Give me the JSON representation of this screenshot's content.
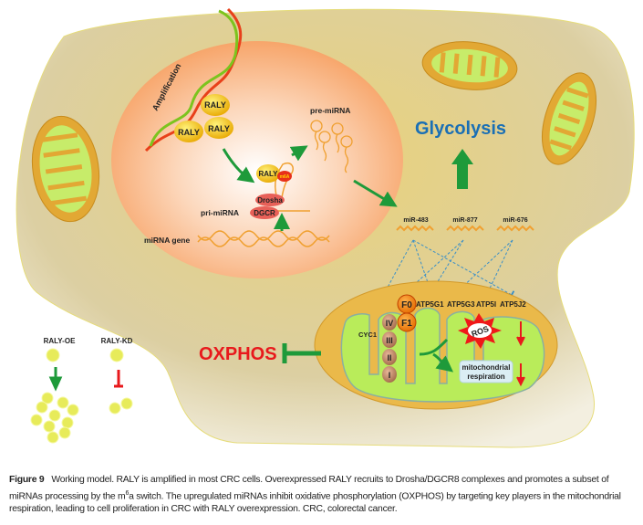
{
  "diagram": {
    "nucleus": {
      "amplification": "Amplification",
      "raly": "RALY",
      "m6a": "m6A",
      "pre_mirna": "pre-miRNA",
      "pri_mirna": "pri-miRNA",
      "drosha": "Drosha",
      "dgcr": "DGCR",
      "mirna_gene": "miRNA gene"
    },
    "glycolysis": "Glycolysis",
    "mirnas": [
      "miR-483",
      "miR-877",
      "miR-676"
    ],
    "targets": [
      "ATP5G1",
      "ATP5G3",
      "ATP5I",
      "ATP5J2",
      "CYC1"
    ],
    "complexes": [
      "F0",
      "F1",
      "IV",
      "III",
      "II",
      "I"
    ],
    "ros": "ROS",
    "respiration": [
      "mitochondrial",
      "respiration"
    ],
    "oxphos": "OXPHOS",
    "phenotype": {
      "oe": "RALY-OE",
      "kd": "RALY-KD"
    },
    "colors": {
      "glycolysis": "#1a6fb5",
      "oxphos": "#e8191c",
      "activate": "#1e9a3a",
      "inhibit": "#e8191c",
      "cell": "#e2d29a",
      "nucleus": "#f7a76a"
    }
  },
  "caption": {
    "label": "Figure 9",
    "text_1": "Working model. RALY is amplified in most CRC cells. Overexpressed RALY recruits to Drosha/DGCR8 complexes and promotes a subset of miRNAs processing by the m",
    "superscript": "6",
    "text_2": "a switch. The upregulated miRNAs inhibit oxidative phosphorylation (OXPHOS) by targeting key players in the mitochondrial respiration, leading to cell proliferation in CRC with RALY overexpression. CRC, colorectal cancer."
  }
}
